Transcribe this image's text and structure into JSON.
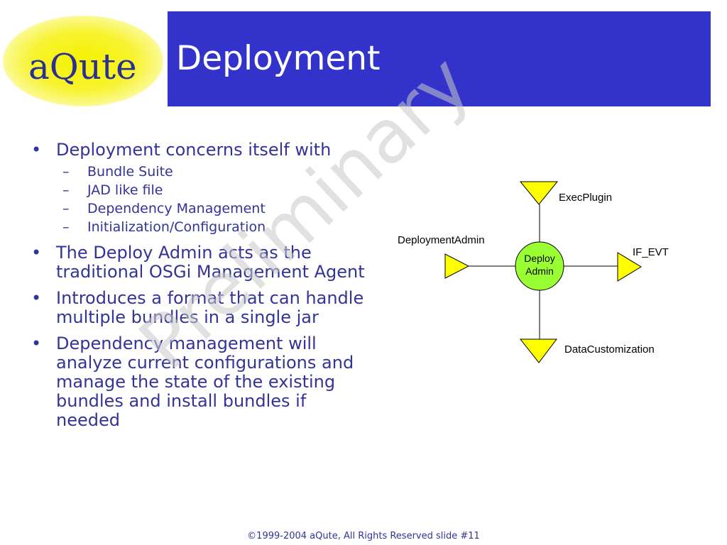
{
  "logo": {
    "text": "aQute"
  },
  "title": "Deployment",
  "bullets": [
    {
      "text": "Deployment  concerns itself with",
      "sub": [
        "Bundle Suite",
        "JAD like file",
        "Dependency Management",
        "Initialization/Configuration"
      ]
    },
    {
      "text": "The Deploy Admin acts as the traditional OSGi Management Agent"
    },
    {
      "text": "Introduces a format that can handle multiple bundles in a single jar"
    },
    {
      "text": "Dependency management will analyze current configurations and manage the state of the existing bundles and install bundles if needed"
    }
  ],
  "bullet_glyph": "•",
  "sub_glyph": "–",
  "watermark": "Preliminary",
  "diagram": {
    "node_line1": "Deploy",
    "node_line2": "Admin",
    "labels": {
      "top": "ExecPlugin",
      "left": "DeploymentAdmin",
      "right": "IF_EVT",
      "bottom": "DataCustomization"
    },
    "colors": {
      "triangle": "#ffff00",
      "node": "#99ff33",
      "stroke": "#000000"
    }
  },
  "footer": "©1999-2004 aQute, All Rights Reserved  slide #11",
  "colors": {
    "title_bar": "#3333cc",
    "text": "#333399",
    "logo_highlight": "#f6f200"
  }
}
